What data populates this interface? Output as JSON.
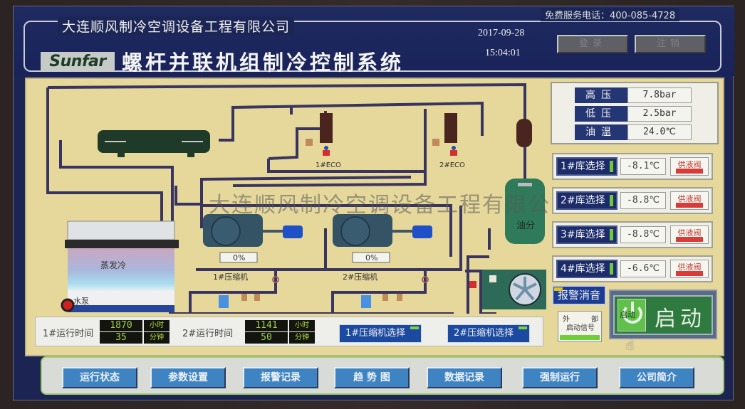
{
  "header": {
    "company": "大连顺风制冷空调设备工程有限公司",
    "hotline": "免费服务电话：400-085-4728",
    "logo": "Sunfar",
    "title": "螺杆并联机组制冷控制系统",
    "date": "2017-09-28",
    "time": "15:04:01",
    "login_label": "登录",
    "logout_label": "注销"
  },
  "watermark": "大连顺风制冷空调设备工程有限公司",
  "diagram": {
    "eco1_label": "1#ECO",
    "eco2_label": "2#ECO",
    "compressor1_label": "1#压缩机",
    "compressor2_label": "2#压缩机",
    "compressor1_load": "0%",
    "compressor2_load": "0%",
    "evap_condenser_label": "蒸发冷",
    "pump_label": "水泵",
    "oil_separator_label": "油分"
  },
  "pressure": [
    {
      "label": "高压",
      "value": "7.8bar"
    },
    {
      "label": "低压",
      "value": "2.5bar"
    },
    {
      "label": "油温",
      "value": "24.0℃"
    }
  ],
  "rooms": [
    {
      "label": "1#库选择",
      "temp": "-8.1℃",
      "valve": "供液阀"
    },
    {
      "label": "2#库选择",
      "temp": "-8.8℃",
      "valve": "供液阀"
    },
    {
      "label": "3#库选择",
      "temp": "-8.8℃",
      "valve": "供液阀"
    },
    {
      "label": "4#库选择",
      "temp": "-6.6℃",
      "valve": "供液阀"
    }
  ],
  "controls": {
    "alarm_mute": "报警消音",
    "ext_signal_l1a": "外",
    "ext_signal_l1b": "部",
    "ext_signal_l2": "启动信号",
    "start_icon_label": "启动",
    "start_label": "启动"
  },
  "runtime": {
    "c1_label": "1#运行时间",
    "c1_hours": "1870",
    "c1_minutes": "35",
    "c2_label": "2#运行时间",
    "c2_hours": "1141",
    "c2_minutes": "50",
    "unit_hours": "小时",
    "unit_minutes": "分钟",
    "comp1_select": "1#压缩机选择",
    "comp2_select": "2#压缩机选择"
  },
  "nav": [
    {
      "label": "运行状态"
    },
    {
      "label": "参数设置"
    },
    {
      "label": "报警记录"
    },
    {
      "label": "趋 势 图"
    },
    {
      "label": "数据记录"
    },
    {
      "label": "强制运行"
    },
    {
      "label": "公司简介"
    }
  ],
  "colors": {
    "header_bg": "#1c2454",
    "panel_bg": "#e5d89a",
    "pipe": "#3a3560",
    "button_blue": "#3f84c2",
    "start_green": "#2f7a3e",
    "valve_red": "#d93a3a",
    "led_green": "#6fca3a"
  }
}
